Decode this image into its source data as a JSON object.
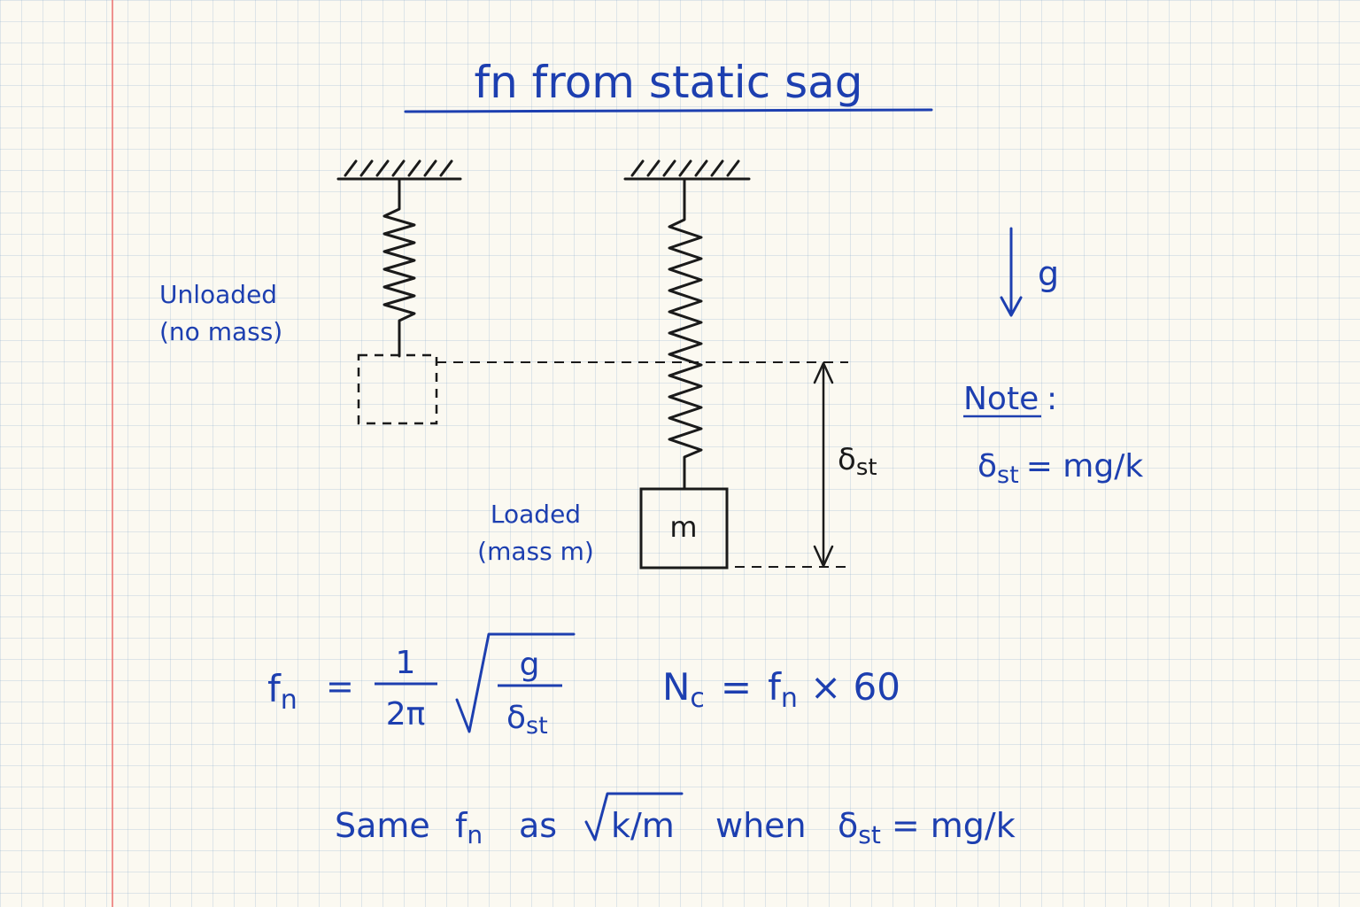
{
  "title": "fn from static sag",
  "gravity": {
    "label": "g"
  },
  "unloaded": {
    "line1": "Unloaded",
    "line2": "(no mass)"
  },
  "loaded": {
    "line1": "Loaded",
    "line2": "(mass m)"
  },
  "mass": {
    "label": "m"
  },
  "deflection": {
    "main": "δ",
    "sub": "st"
  },
  "note": {
    "heading": "Note",
    "colon": ":",
    "lhs_main": "δ",
    "lhs_sub": "st",
    "rhs": "= mg/k"
  },
  "formula_fn": {
    "lhs_main": "f",
    "lhs_sub": "n",
    "equals": "=",
    "numerator": "1",
    "denominator": "2π",
    "root_num": "g",
    "root_den_main": "δ",
    "root_den_sub": "st"
  },
  "formula_nc": {
    "lhs_main": "N",
    "lhs_sub": "c",
    "equals": "=",
    "f_main": "f",
    "f_sub": "n",
    "rest": "× 60"
  },
  "bottom_line": {
    "same": "Same",
    "f_main": "f",
    "f_sub": "n",
    "as": "as",
    "root_expr": "k/m",
    "when": "when",
    "d_main": "δ",
    "d_sub": "st",
    "rhs": "= mg/k"
  }
}
